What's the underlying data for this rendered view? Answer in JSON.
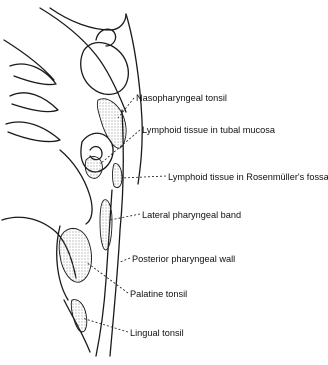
{
  "labels": {
    "nasopharyngeal_tonsil": "Nasopharyngeal tonsil",
    "tubal_mucosa": "Lymphoid tissue in tubal mucosa",
    "rosenmuller_fossa": "Lymphoid tissue in Rosenmüller's fossa",
    "lateral_band": "Lateral pharyngeal band",
    "posterior_wall": "Posterior pharyngeal wall",
    "palatine_tonsil": "Palatine tonsil",
    "lingual_tonsil": "Lingual tonsil"
  },
  "colors": {
    "ink": "#1a1a1a",
    "stipple": "#9a9a9a"
  }
}
